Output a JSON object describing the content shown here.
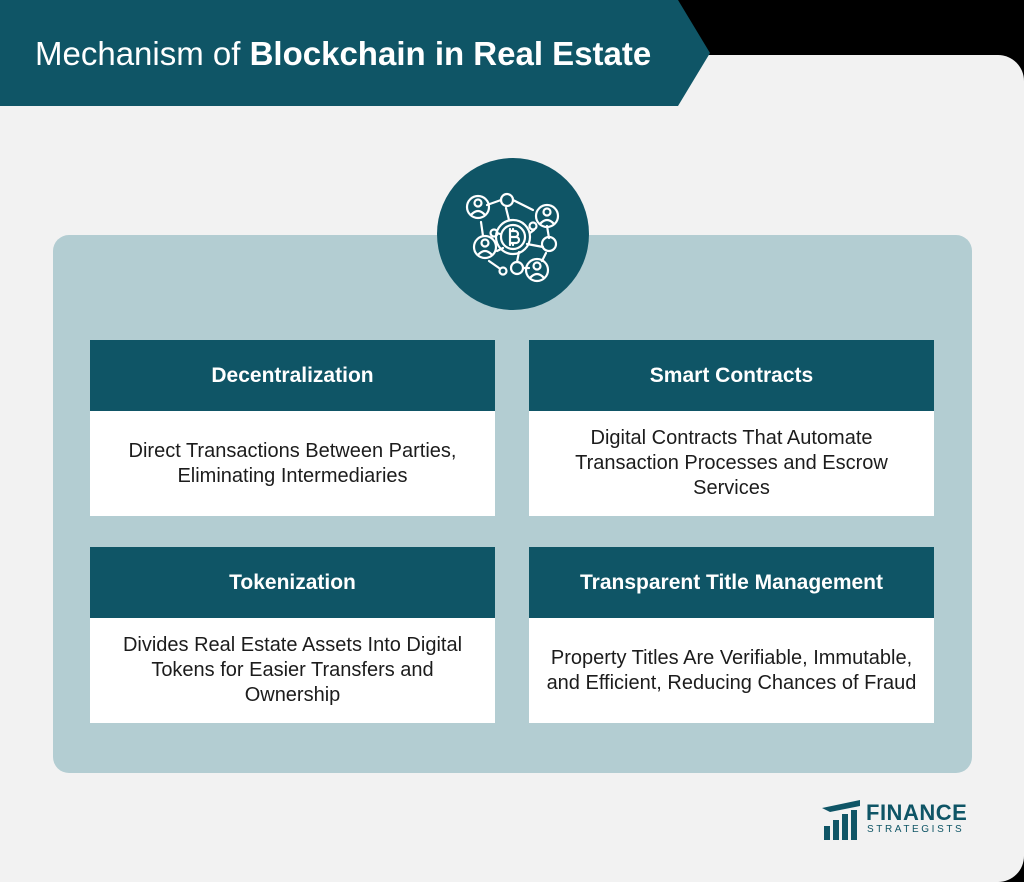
{
  "header": {
    "title_regular": "Mechanism of",
    "title_bold": "Blockchain in Real Estate"
  },
  "hub": {
    "icon": "blockchain-network-icon"
  },
  "cards": [
    {
      "heading": "Decentralization",
      "body": "Direct Transactions Between Parties, Eliminating Intermediaries"
    },
    {
      "heading": "Smart Contracts",
      "body": "Digital Contracts That Automate Transaction Processes and Escrow Services"
    },
    {
      "heading": "Tokenization",
      "body": "Divides Real Estate Assets Into Digital Tokens for Easier Transfers and Ownership"
    },
    {
      "heading": "Transparent Title Management",
      "body": "Property Titles Are Verifiable, Immutable, and Efficient, Reducing Chances of Fraud"
    }
  ],
  "logo": {
    "main": "FINANCE",
    "sub": "STRATEGISTS"
  },
  "colors": {
    "primary": "#0f5566",
    "board": "#b3cdd2",
    "panel": "#f2f2f2",
    "text": "#1c1c1c"
  }
}
